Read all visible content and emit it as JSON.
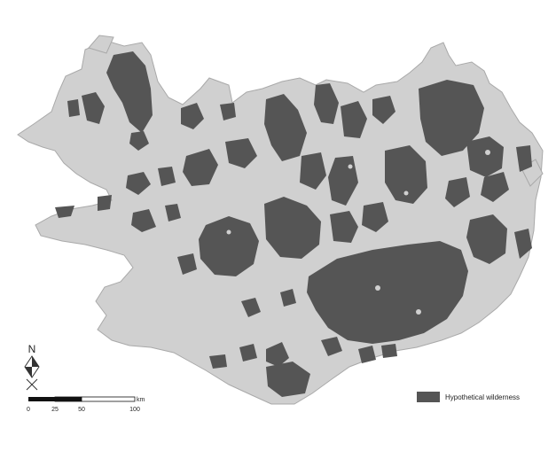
{
  "legend": {
    "label": "Hypothetical wilderness"
  },
  "north_arrow": {
    "letter": "N"
  },
  "scale_bar": {
    "unit": "km",
    "ticks": [
      "0",
      "25",
      "50",
      "100"
    ]
  },
  "colors": {
    "land": "#d0d0d0",
    "wilderness": "#555555",
    "background": "#ffffff"
  }
}
